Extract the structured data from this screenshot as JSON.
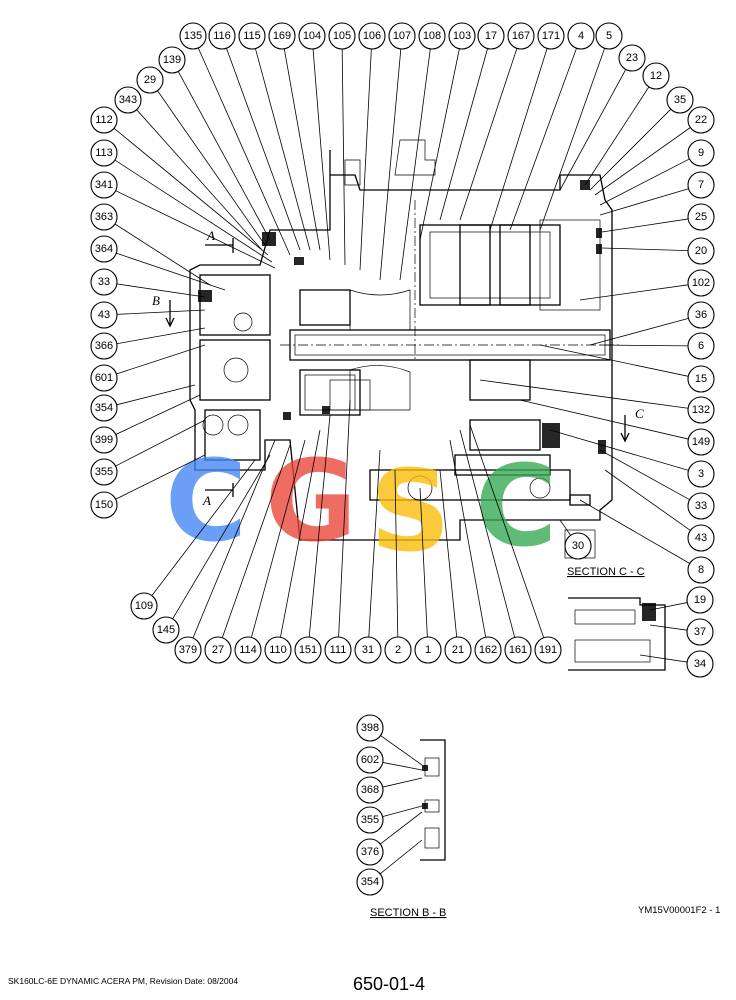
{
  "callouts": {
    "top": [
      "135",
      "116",
      "115",
      "169",
      "104",
      "105",
      "106",
      "107",
      "108",
      "103",
      "17",
      "167",
      "171",
      "4",
      "5"
    ],
    "right": [
      "23",
      "12",
      "35",
      "22",
      "9",
      "7",
      "25",
      "20",
      "102",
      "36",
      "6",
      "15",
      "132",
      "149",
      "3",
      "33",
      "43",
      "8"
    ],
    "left": [
      "139",
      "29",
      "343",
      "112",
      "113",
      "341",
      "363",
      "364",
      "33",
      "43",
      "366",
      "601",
      "354",
      "399",
      "355",
      "150"
    ],
    "bottom": [
      "379",
      "27",
      "114",
      "110",
      "151",
      "111",
      "31",
      "2",
      "1",
      "21",
      "162",
      "161",
      "191"
    ],
    "misc": [
      "109",
      "145",
      "30"
    ],
    "section_cc_parts": [
      "19",
      "37",
      "34"
    ],
    "section_bb_parts": [
      "398",
      "602",
      "368",
      "355",
      "376",
      "354"
    ]
  },
  "section_labels": {
    "A_left": "A",
    "A_bottom": "A",
    "B": "B",
    "C": "C",
    "section_cc": "SECTION C - C",
    "section_bb": "SECTION B - B"
  },
  "watermark": {
    "letters": [
      "C",
      "G",
      "S",
      "C"
    ],
    "colors": [
      "#4285F4",
      "#EA4335",
      "#FBBC05",
      "#34A853"
    ]
  },
  "figure_code": "YM15V00001F2 - 1",
  "footer": {
    "model_text": "SK160LC-6E DYNAMIC ACERA PM, Revision Date: 08/2004",
    "page_number": "650-01-4"
  }
}
